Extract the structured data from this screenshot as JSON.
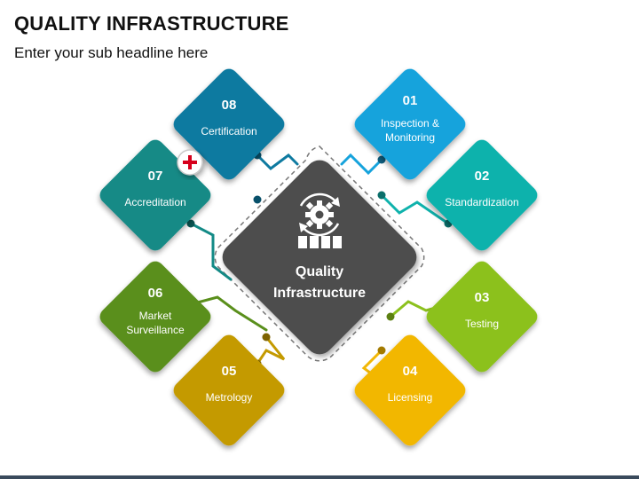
{
  "header": {
    "title": "QUALITY INFRASTRUCTURE",
    "subtitle": "Enter your sub headline here"
  },
  "center": {
    "line1": "Quality",
    "line2": "Infrastructure",
    "icon": "gear-cycle-icon",
    "color": "#4d4d4d"
  },
  "items": [
    {
      "number": "01",
      "lines": [
        "Inspection &",
        "Monitoring"
      ],
      "color": "#16a3dc"
    },
    {
      "number": "02",
      "lines": [
        "Standardization"
      ],
      "color": "#0fb2ac"
    },
    {
      "number": "03",
      "lines": [
        "Testing"
      ],
      "color": "#8cc11e"
    },
    {
      "number": "04",
      "lines": [
        "Licensing"
      ],
      "color": "#f2b705"
    },
    {
      "number": "05",
      "lines": [
        "Metrology"
      ],
      "color": "#c49a00"
    },
    {
      "number": "06",
      "lines": [
        "Market",
        "Surveillance"
      ],
      "color": "#5a8f1c"
    },
    {
      "number": "07",
      "lines": [
        "Accreditation"
      ],
      "color": "#138a86"
    },
    {
      "number": "08",
      "lines": [
        "Certification"
      ],
      "color": "#0e7aa0"
    }
  ],
  "plus_icon": "plus-icon"
}
